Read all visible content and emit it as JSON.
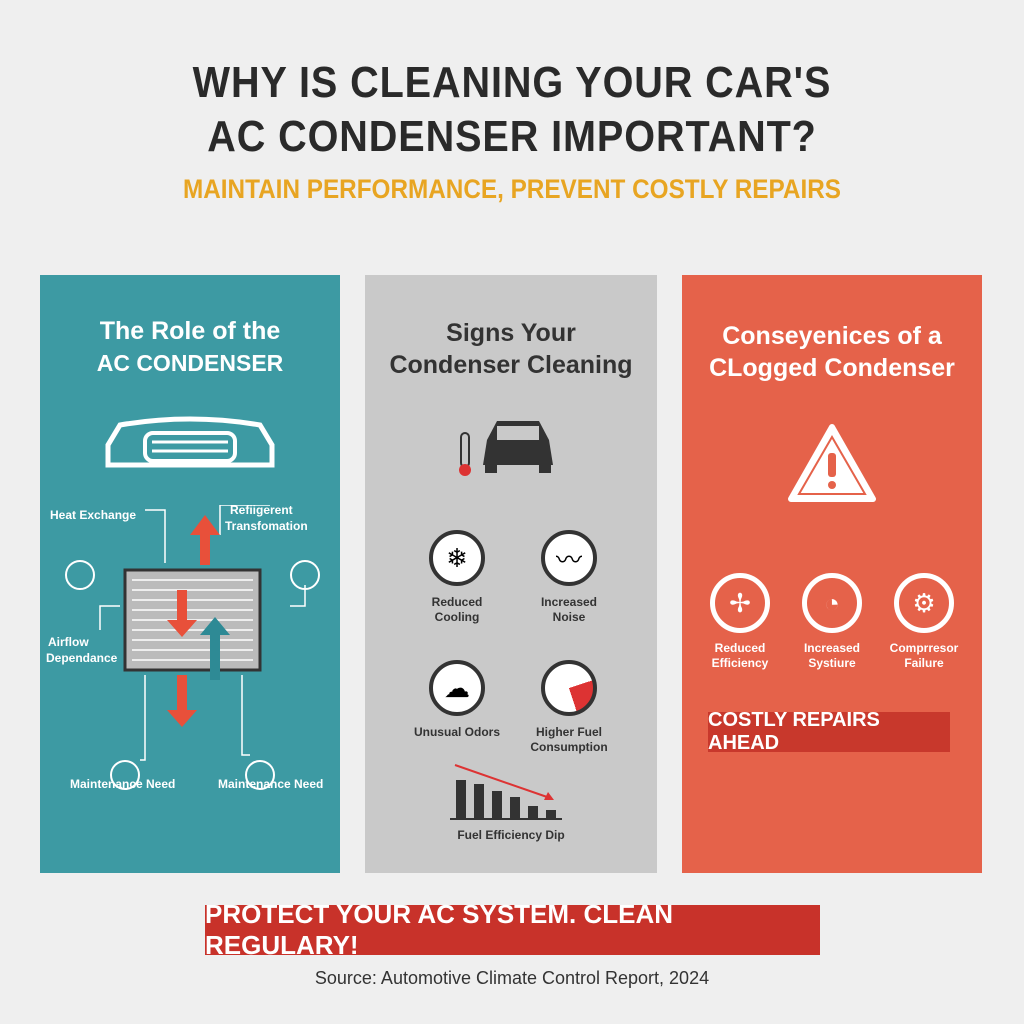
{
  "header": {
    "title_line1": "WHY IS CLEANING YOUR CAR'S",
    "title_line2": "AC CONDENSER IMPORTANT?",
    "subtitle": "MAINTAIN PERFORMANCE, PREVENT COSTLY REPAIRS"
  },
  "colors": {
    "teal": "#3d9aa3",
    "gray": "#c9c9c9",
    "red": "#e5624a",
    "accent": "#e8a522",
    "banner": "#c8322a"
  },
  "panel_role": {
    "title_line1": "The Role of the",
    "title_line2": "AC CONDENSER",
    "icon": "car-front-icon",
    "labels": {
      "heat_exchange": "Heat Exchange",
      "refrigerant_line1": "Refiigerent",
      "refrigerant_line2": "Transfomation",
      "airflow_line1": "Airflow",
      "airflow_line2": "Dependance",
      "maint1": "Maintenance Need",
      "maint2": "Maintenance Need"
    }
  },
  "panel_signs": {
    "title_line1": "Signs Your",
    "title_line2": "Condenser Cleaning",
    "icon": "car-thermometer-icon",
    "items": [
      {
        "l1": "Reduced",
        "l2": "Cooling",
        "icon": "snowflake-icon"
      },
      {
        "l1": "Increased",
        "l2": "Noise",
        "icon": "soundwave-icon"
      },
      {
        "l1": "Unusual Odors",
        "l2": "",
        "icon": "cloud-icon"
      },
      {
        "l1": "Higher Fuel",
        "l2": "Consumption",
        "icon": "gauge-icon"
      }
    ],
    "chart_label": "Fuel Efficiency Dip"
  },
  "panel_consequences": {
    "title_line1": "Conseyenices of a",
    "title_line2": "CLogged Condenser",
    "icon": "warning-icon",
    "items": [
      {
        "l1": "Reduced",
        "l2": "Efficiency",
        "icon": "fan-icon"
      },
      {
        "l1": "Increased",
        "l2": "Systiure",
        "icon": "gauge-icon"
      },
      {
        "l1": "Comprresor",
        "l2": "Failure",
        "icon": "gear-wrench-icon"
      }
    ],
    "callout": "COSTLY REPAIRS AHEAD"
  },
  "footer": {
    "banner": "PROTECT YOUR AC SYSTEM. CLEAN REGULARY!",
    "source": "Source: Automotive Climate Control Report, 2024"
  }
}
